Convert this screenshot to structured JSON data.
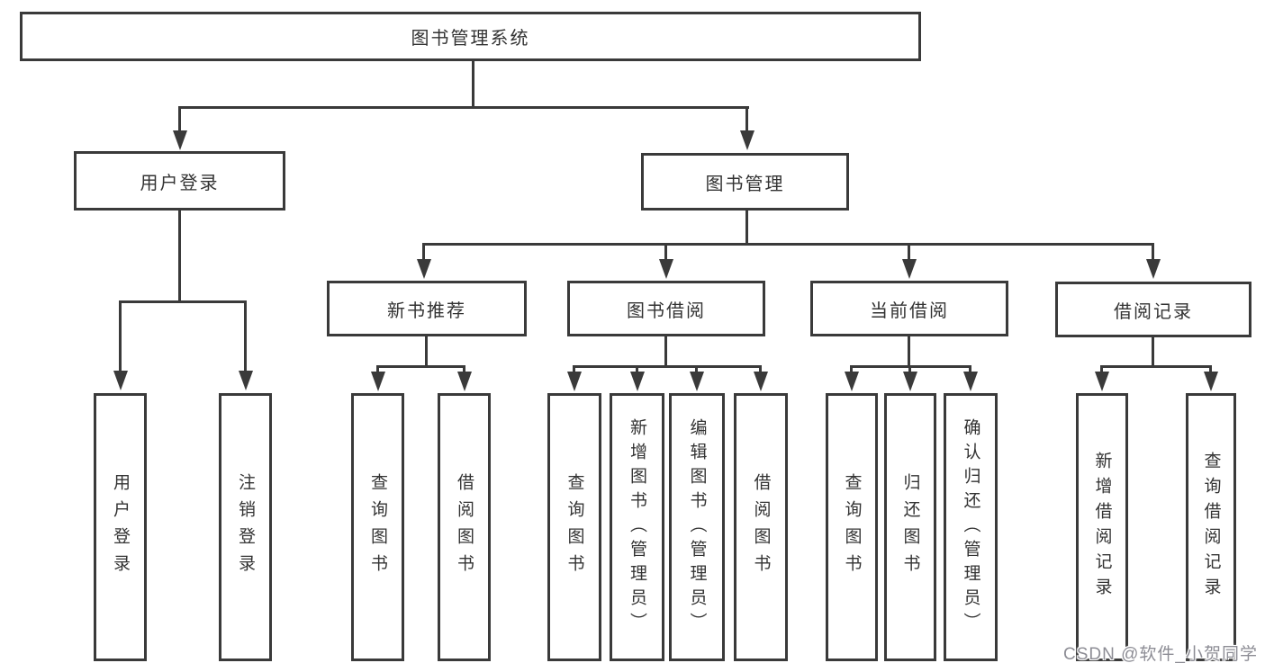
{
  "diagram_type": "hierarchy-tree",
  "colors": {
    "line": "#3a3a3a",
    "box_border": "#3a3a3a",
    "text": "#333333",
    "background": "#ffffff",
    "watermark": "#8d8d95"
  },
  "root": {
    "label": "图书管理系统"
  },
  "level2": [
    {
      "label": "用户登录"
    },
    {
      "label": "图书管理"
    }
  ],
  "level3": [
    {
      "parent": "图书管理",
      "label": "新书推荐"
    },
    {
      "parent": "图书管理",
      "label": "图书借阅"
    },
    {
      "parent": "图书管理",
      "label": "当前借阅"
    },
    {
      "parent": "图书管理",
      "label": "借阅记录"
    }
  ],
  "leaves": [
    {
      "parent": "用户登录",
      "label": "用户登录"
    },
    {
      "parent": "用户登录",
      "label": "注销登录"
    },
    {
      "parent": "新书推荐",
      "label": "查询图书"
    },
    {
      "parent": "新书推荐",
      "label": "借阅图书"
    },
    {
      "parent": "图书借阅",
      "label": "查询图书"
    },
    {
      "parent": "图书借阅",
      "label": "新增图书（管理员）"
    },
    {
      "parent": "图书借阅",
      "label": "编辑图书（管理员）"
    },
    {
      "parent": "图书借阅",
      "label": "借阅图书"
    },
    {
      "parent": "当前借阅",
      "label": "查询图书"
    },
    {
      "parent": "当前借阅",
      "label": "归还图书"
    },
    {
      "parent": "当前借阅",
      "label": "确认归还（管理员）"
    },
    {
      "parent": "借阅记录",
      "label": "新增借阅记录"
    },
    {
      "parent": "借阅记录",
      "label": "查询借阅记录"
    }
  ],
  "watermark": "CSDN @软件_小贺同学"
}
